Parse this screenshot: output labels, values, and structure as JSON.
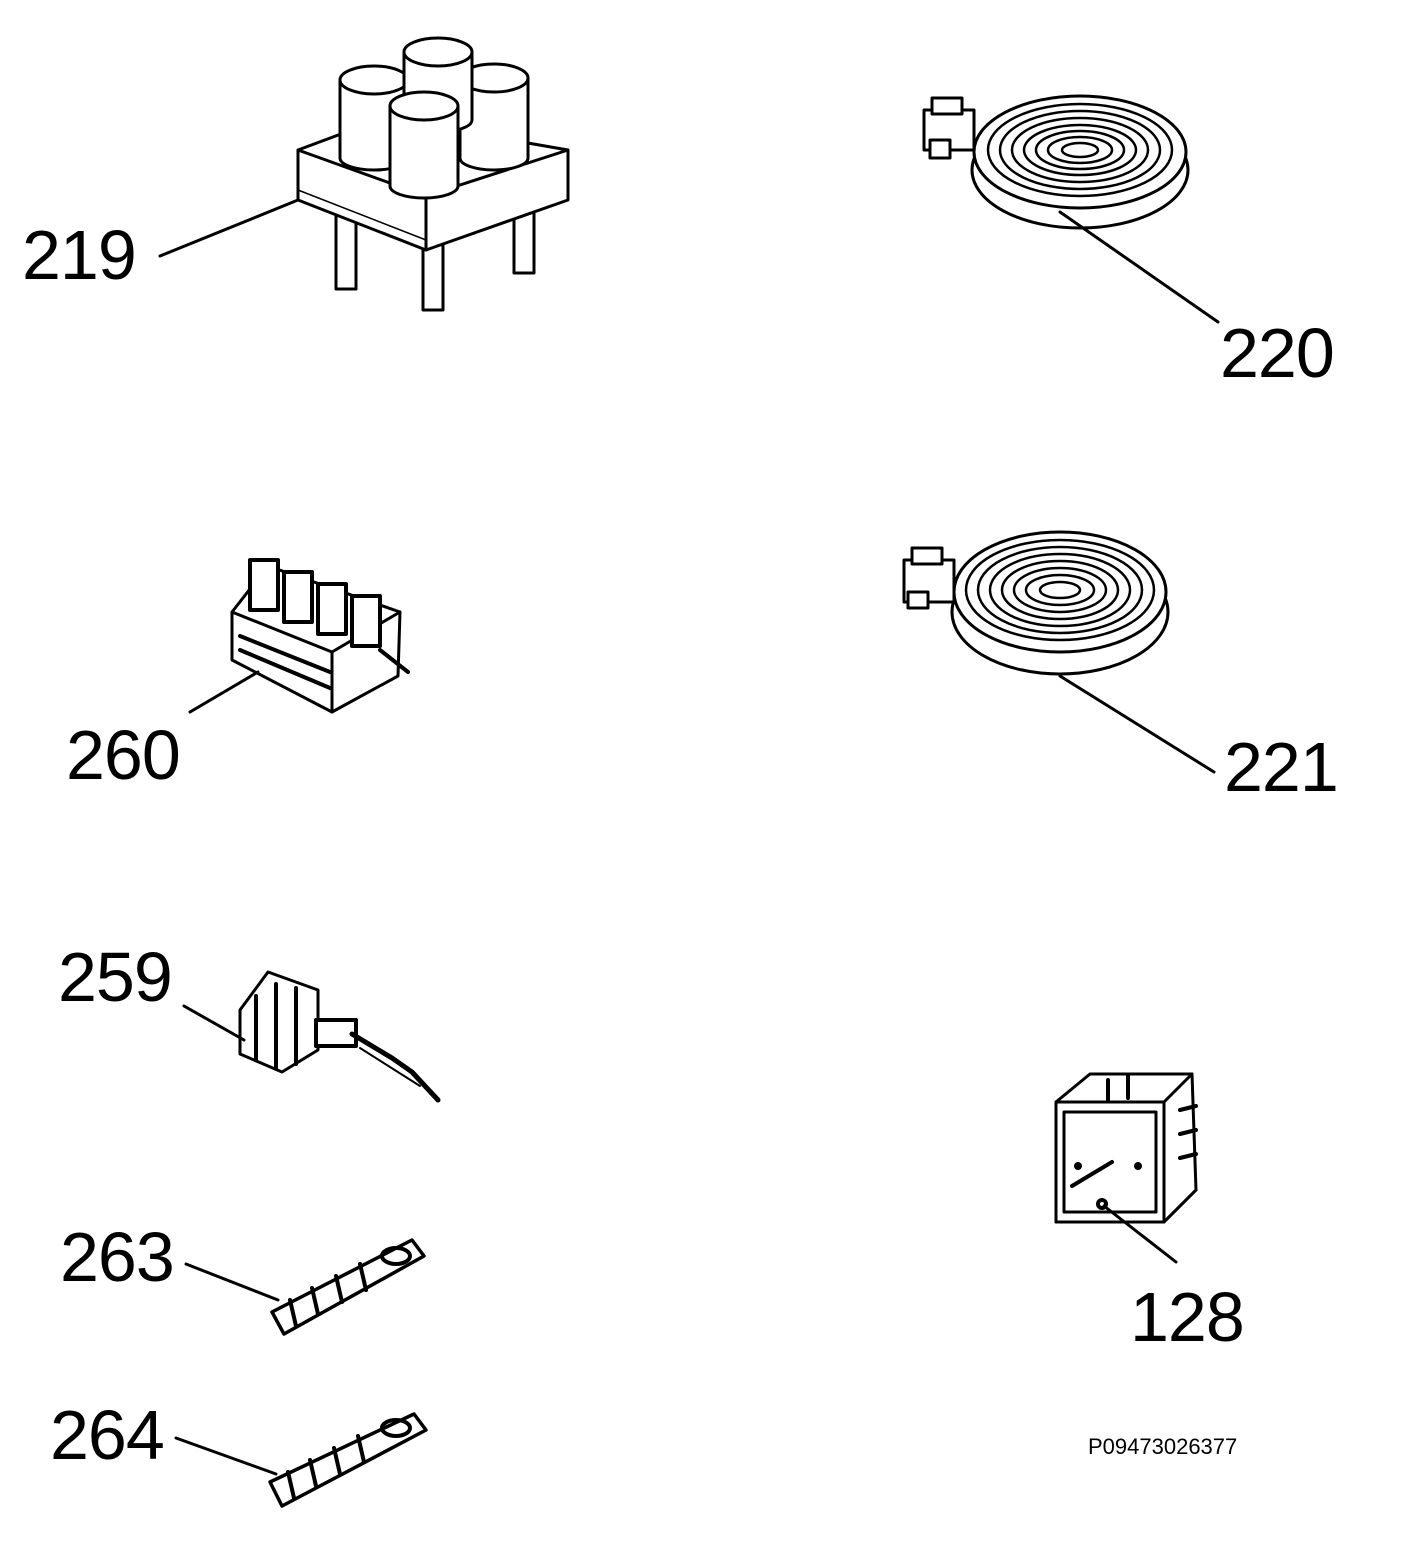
{
  "parts": [
    {
      "id": "p219",
      "label": "219",
      "icon": "relay-block-icon"
    },
    {
      "id": "p220",
      "label": "220",
      "icon": "hotplate-icon"
    },
    {
      "id": "p221",
      "label": "221",
      "icon": "hotplate-icon"
    },
    {
      "id": "p260",
      "label": "260",
      "icon": "switch-block-icon"
    },
    {
      "id": "p259",
      "label": "259",
      "icon": "selector-switch-icon"
    },
    {
      "id": "p263",
      "label": "263",
      "icon": "terminal-icon"
    },
    {
      "id": "p264",
      "label": "264",
      "icon": "terminal-icon"
    },
    {
      "id": "p128",
      "label": "128",
      "icon": "energy-regulator-icon"
    }
  ],
  "drawing_code": "P09473026377",
  "colors": {
    "ink": "#000000",
    "paper": "#ffffff"
  }
}
